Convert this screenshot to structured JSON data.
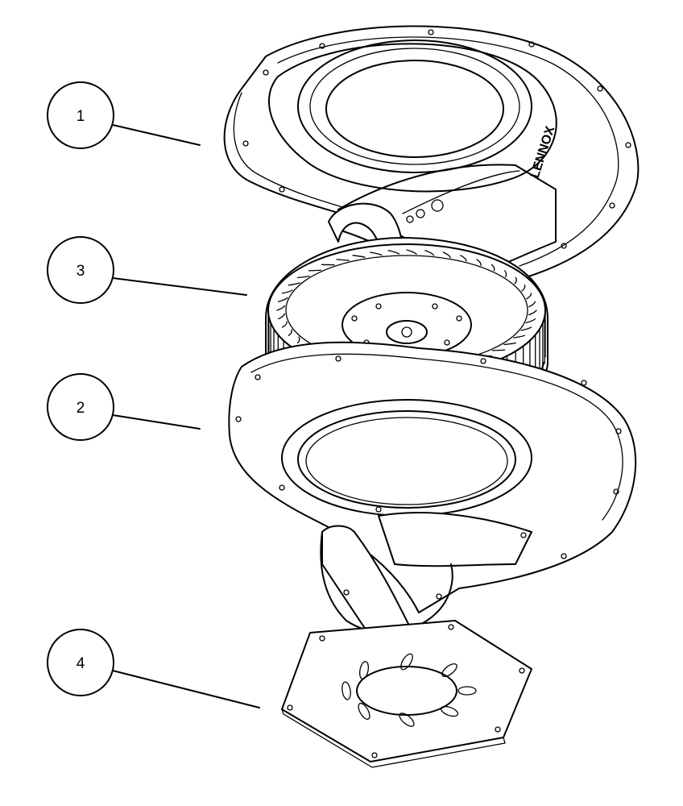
{
  "callouts": [
    {
      "label": "1",
      "part": "upper-housing"
    },
    {
      "label": "3",
      "part": "blower-wheel"
    },
    {
      "label": "2",
      "part": "lower-housing"
    },
    {
      "label": "4",
      "part": "mounting-plate"
    }
  ],
  "housing_mark": "LENNOX"
}
